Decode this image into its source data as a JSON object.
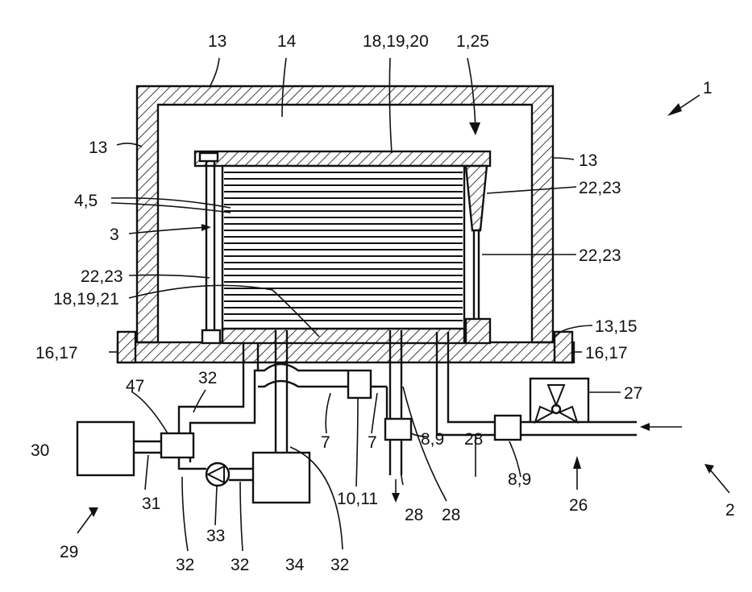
{
  "diagram": {
    "labels": {
      "l_13_top": "13",
      "l_14": "14",
      "l_181920": "18,19,20",
      "l_125": "1,25",
      "l_1": "1",
      "l_13_left": "13",
      "l_13_right": "13",
      "l_2223_a": "22,23",
      "l_45": "4,5",
      "l_3": "3",
      "l_2223_b": "22,23",
      "l_2223_left": "22,23",
      "l_181921": "18,19,21",
      "l_1315": "13,15",
      "l_1617_left": "16,17",
      "l_1617_right": "16,17",
      "l_47": "47",
      "l_32_a": "32",
      "l_27": "27",
      "l_30": "30",
      "l_7_a": "7",
      "l_7_b": "7",
      "l_28_a": "28",
      "l_89_a": "8,9",
      "l_89_b": "8,9",
      "l_31": "31",
      "l_1011": "10,11",
      "l_28_b": "28",
      "l_28_c": "28",
      "l_26": "26",
      "l_2": "2",
      "l_33": "33",
      "l_29": "29",
      "l_32_b": "32",
      "l_32_c": "32",
      "l_34": "34",
      "l_32_d": "32"
    }
  }
}
